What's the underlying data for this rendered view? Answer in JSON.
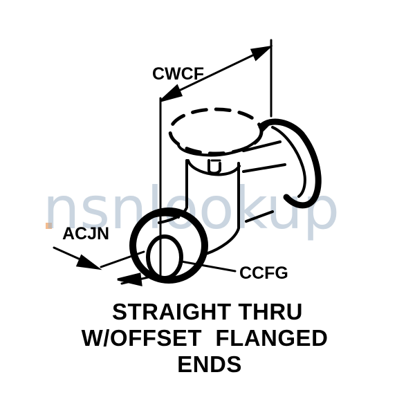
{
  "diagram": {
    "labels": {
      "top_dimension": "CWCF",
      "left_dimension": "ACJN",
      "bore_dimension": "CCFG"
    },
    "caption": {
      "line1": "STRAIGHT THRU",
      "line2": "W/OFFSET  FLANGED",
      "line3": "ENDS"
    },
    "watermark": "nsnlookup",
    "colors": {
      "ink": "#000000",
      "watermark": "#9fb3c6",
      "watermark_dot": "#f0a060"
    }
  }
}
